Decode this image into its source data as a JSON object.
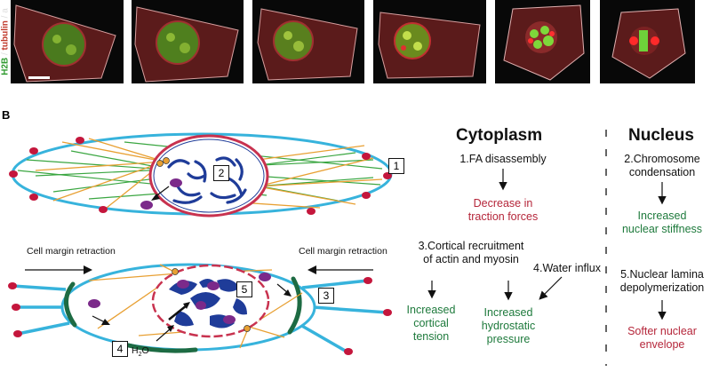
{
  "panel_a": {
    "label_h2b": "H2B",
    "label_sep1": " / ",
    "label_tubulin": "tubulin",
    "label_sep2": " / ",
    "label_a": "a"
  },
  "panel_b": {
    "letter": "B",
    "boxes": [
      "1",
      "2",
      "3",
      "4",
      "5"
    ],
    "cell_margin_left": "Cell margin retraction",
    "cell_margin_right": "Cell margin retraction",
    "water_h": "H",
    "water_sub": "2",
    "water_o": "O"
  },
  "flow": {
    "cytoplasm_header": "Cytoplasm",
    "nucleus_header": "Nucleus",
    "fa_disassembly": "1.FA disassembly",
    "decrease_traction_1": "Decrease in",
    "decrease_traction_2": "traction forces",
    "chromosome_1": "2.Chromosome",
    "chromosome_2": "condensation",
    "stiffness_1": "Increased",
    "stiffness_2": "nuclear stiffness",
    "cortical_1": "3.Cortical recruitment",
    "cortical_2": "of actin and myosin",
    "water_influx": "4.Water influx",
    "lamina_1": "5.Nuclear lamina",
    "lamina_2": "depolymerization",
    "tension_1": "Increased",
    "tension_2": "cortical",
    "tension_3": "tension",
    "hydro_1": "Increased",
    "hydro_2": "hydrostatic",
    "hydro_3": "pressure",
    "softer_1": "Softer nuclear",
    "softer_2": "envelope"
  },
  "colors": {
    "membrane": "#37b3dc",
    "nucleus_ring": "#c8324f",
    "chromatin": "#1f3c99",
    "actin": "#e8a033",
    "microtubule": "#3aa641",
    "adhesion": "#c4163c",
    "myosin": "#7b2a8a",
    "cortex": "#1d6b43",
    "text_red": "#b5263a",
    "text_green": "#1e7a3c"
  }
}
